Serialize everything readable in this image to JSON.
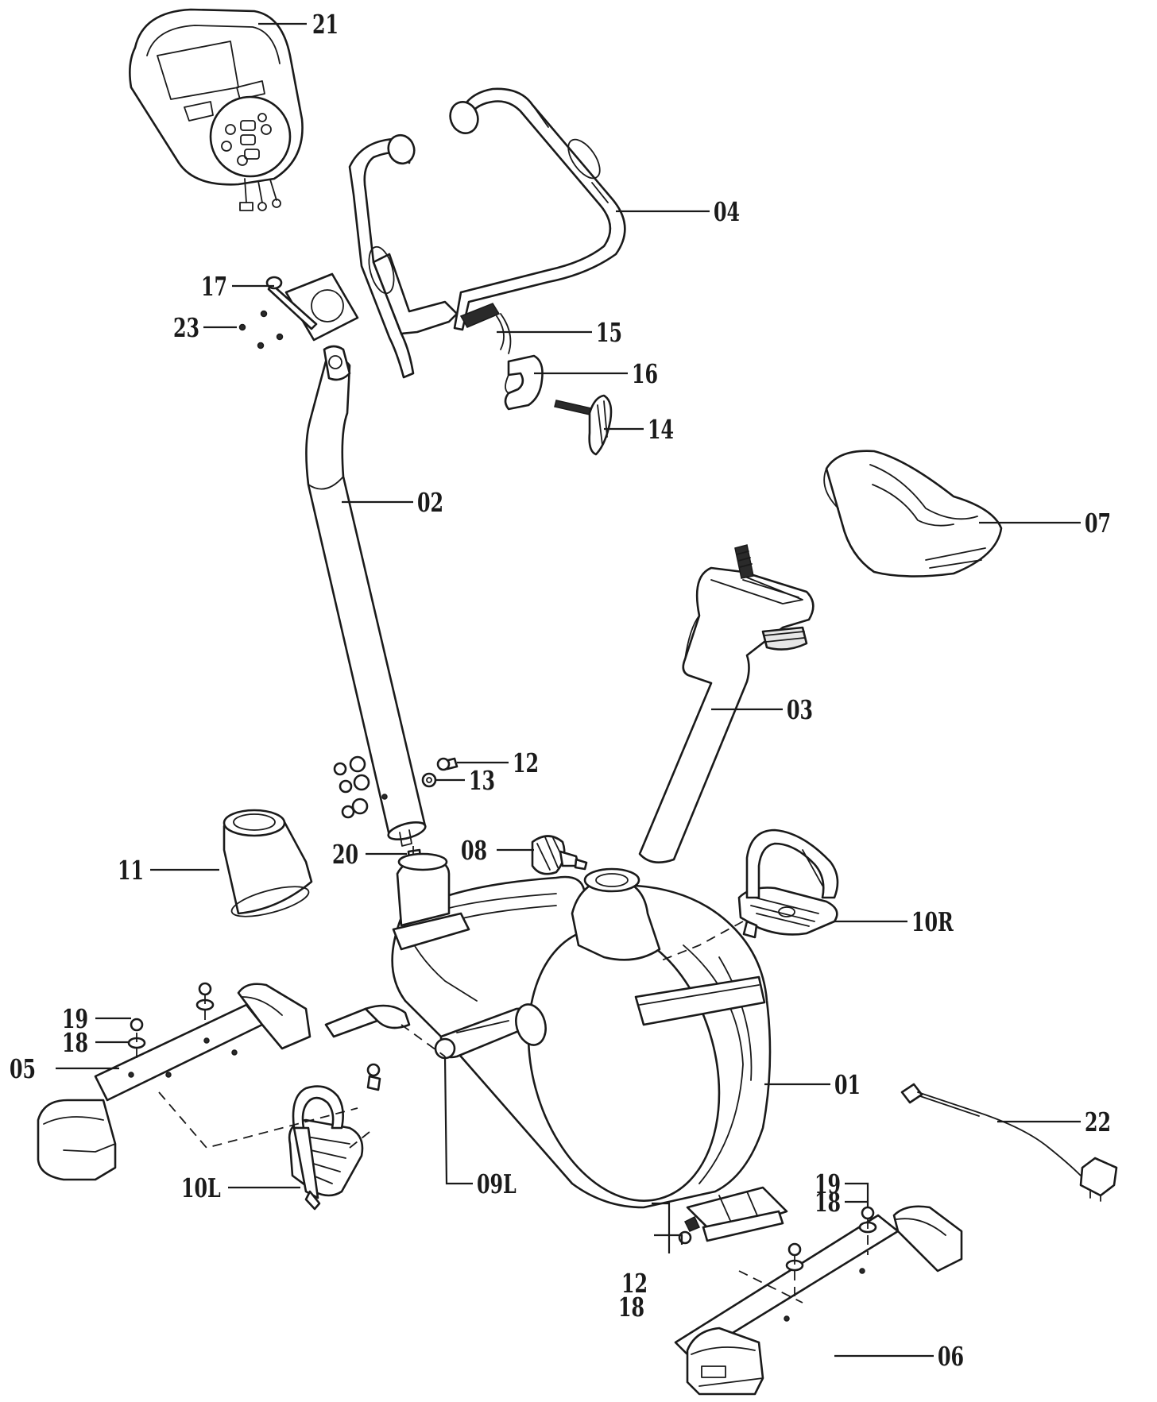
{
  "callouts": {
    "c01": "01",
    "c02": "02",
    "c03": "03",
    "c04": "04",
    "c05": "05",
    "c06": "06",
    "c07": "07",
    "c08": "08",
    "c09L": "09L",
    "c10L": "10L",
    "c10R": "10R",
    "c11": "11",
    "c12a": "12",
    "c12b": "12",
    "c13": "13",
    "c14": "14",
    "c15": "15",
    "c16": "16",
    "c17": "17",
    "c18a": "18",
    "c18b": "18",
    "c18c": "18",
    "c19a": "19",
    "c19b": "19",
    "c20": "20",
    "c21": "21",
    "c22": "22",
    "c23": "23"
  }
}
